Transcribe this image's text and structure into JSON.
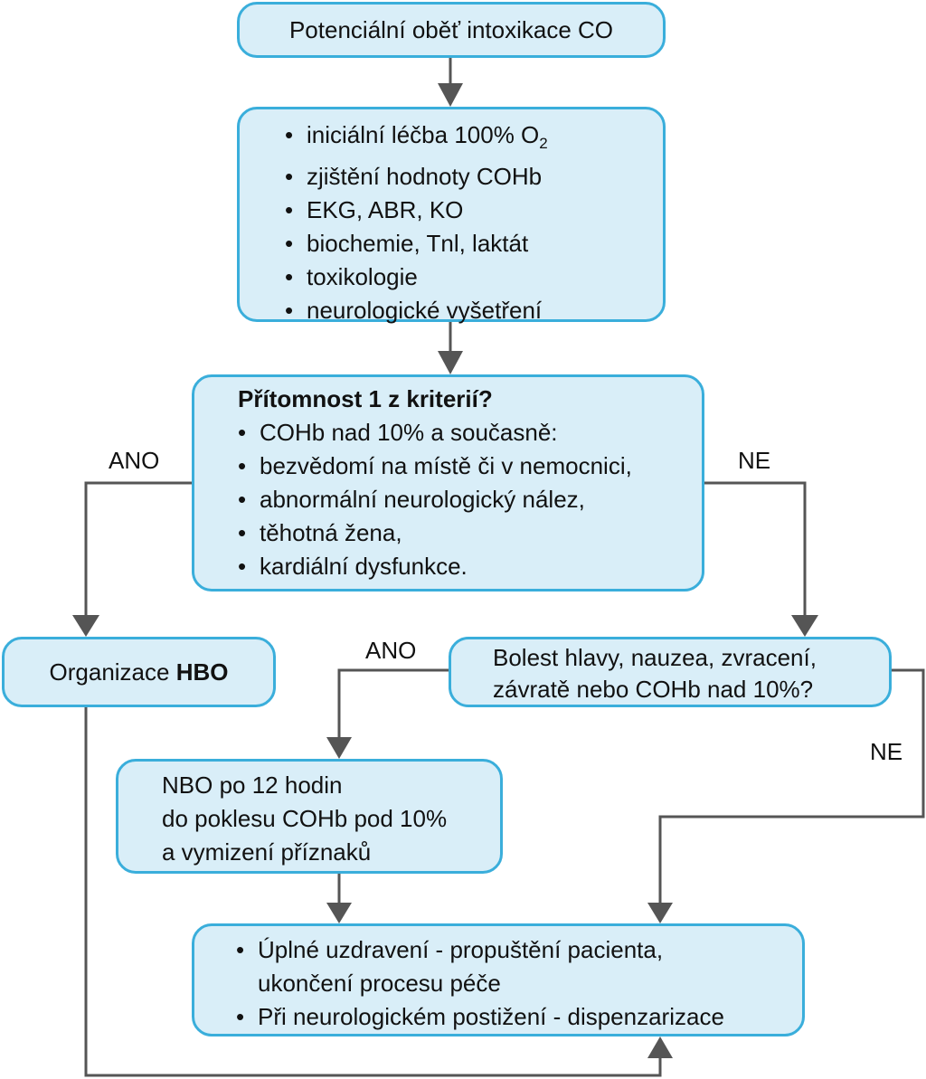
{
  "colors": {
    "box_fill": "#d9eef8",
    "box_border": "#3aaedb",
    "connector": "#555555"
  },
  "start": {
    "text": "Potenciální oběť intoxikace CO"
  },
  "initial": {
    "items": [
      "iniciální léčba 100% O",
      "zjištění hodnoty COHb",
      "EKG, ABR, KO",
      "biochemie, Tnl, laktát",
      "toxikologie",
      "neurologické vyšetření"
    ],
    "o2_subscript": "2"
  },
  "criteria": {
    "title": "Přítomnost 1 z kriterií?",
    "items": [
      "COHb nad 10% a současně:",
      "bezvědomí na místě či v nemocnici,",
      "abnormální neurologický nález,",
      "těhotná žena,",
      "kardiální dysfunkce."
    ]
  },
  "hbo": {
    "prefix": "Organizace ",
    "bold": "HBO"
  },
  "symptoms": {
    "lines": [
      "Bolest hlavy, nauzea, zvracení,",
      "závratě nebo COHb nad 10%?"
    ]
  },
  "nbo": {
    "lines": [
      "NBO po 12 hodin",
      "do poklesu COHb pod 10%",
      "a vymizení příznaků"
    ]
  },
  "outcome": {
    "items": [
      {
        "line1": "Úplné uzdravení - propuštění pacienta,",
        "line2": "ukončení procesu péče"
      },
      {
        "line1": "Při neurologickém postižení - dispenzarizace"
      }
    ]
  },
  "labels": {
    "ano_left": "ANO",
    "ne_right": "NE",
    "ano_mid": "ANO",
    "ne_far": "NE"
  }
}
